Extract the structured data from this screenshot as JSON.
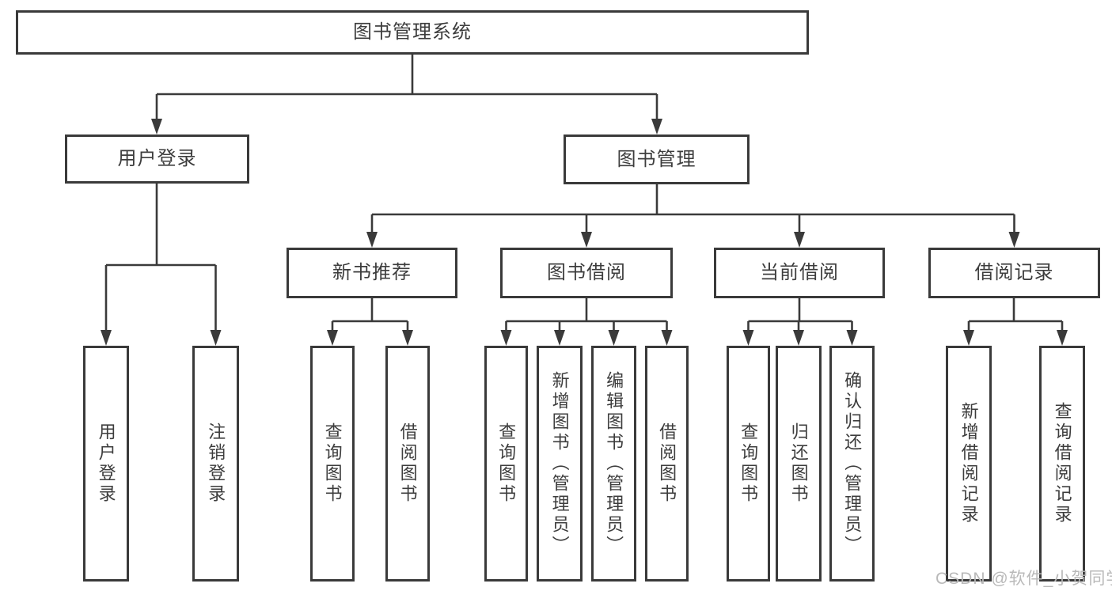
{
  "diagram": {
    "title": "图书管理系统",
    "nodes": [
      {
        "id": "root",
        "label": "图书管理系统"
      },
      {
        "id": "login",
        "label": "用户登录"
      },
      {
        "id": "mgmt",
        "label": "图书管理"
      },
      {
        "id": "newbook",
        "label": "新书推荐"
      },
      {
        "id": "borrow",
        "label": "图书借阅"
      },
      {
        "id": "current",
        "label": "当前借阅"
      },
      {
        "id": "records",
        "label": "借阅记录"
      },
      {
        "id": "login_v",
        "label": "用户登录"
      },
      {
        "id": "logout_v",
        "label": "注销登录"
      },
      {
        "id": "nb_query",
        "label": "查询图书"
      },
      {
        "id": "nb_borrow",
        "label": "借阅图书"
      },
      {
        "id": "b_query",
        "label": "查询图书"
      },
      {
        "id": "b_add",
        "label": "新增图书（管理员）"
      },
      {
        "id": "b_edit",
        "label": "编辑图书（管理员）"
      },
      {
        "id": "b_borrow",
        "label": "借阅图书"
      },
      {
        "id": "c_query",
        "label": "查询图书"
      },
      {
        "id": "c_return",
        "label": "归还图书"
      },
      {
        "id": "c_confirm",
        "label": "确认归还（管理员）"
      },
      {
        "id": "r_add",
        "label": "新增借阅记录"
      },
      {
        "id": "r_query",
        "label": "查询借阅记录"
      }
    ]
  },
  "watermark": "CSDN @软件_小贺同学",
  "colors": {
    "line": "#3a3a3a",
    "text": "#3d3d3d",
    "watermark": "#b9b9b9",
    "background": "#ffffff"
  }
}
